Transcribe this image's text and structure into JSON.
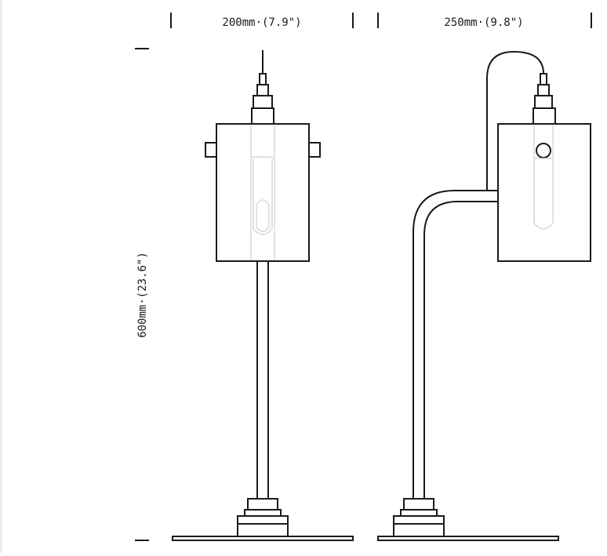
{
  "dimensions": {
    "width_front": "200mm·(7.9\")",
    "width_side": "250mm·(9.8\")",
    "height": "600mm·(23.6\")"
  },
  "colors": {
    "line": "#1a1a1a",
    "ghost": "#d9d9d9",
    "background": "#ffffff"
  }
}
